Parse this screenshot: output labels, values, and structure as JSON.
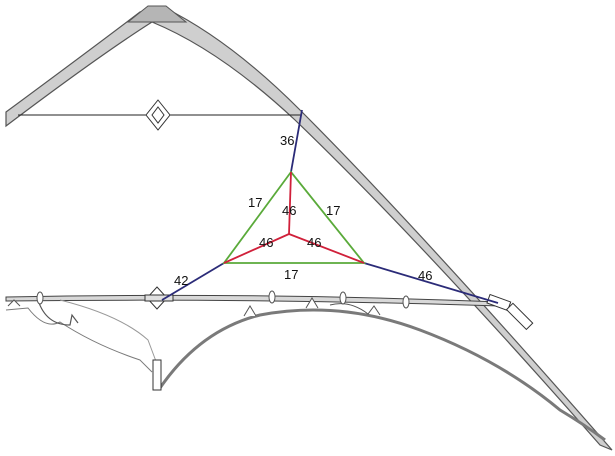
{
  "diagram": {
    "colors": {
      "frame_fill": "#cfcfcf",
      "frame_stroke": "#555555",
      "line": "#222222",
      "thin_line": "#888888",
      "sail_edge": "#7a7a7a",
      "bridle_blue": "#2b2b78",
      "bridle_green": "#5aaa3a",
      "bridle_red": "#d0203a"
    },
    "labels": {
      "top_leg": "36",
      "left_leg": "42",
      "right_leg": "46",
      "triangle_left_side": "17",
      "triangle_right_side": "17",
      "triangle_bottom_side": "17",
      "inner_top": "46",
      "inner_left": "46",
      "inner_right": "46"
    }
  }
}
